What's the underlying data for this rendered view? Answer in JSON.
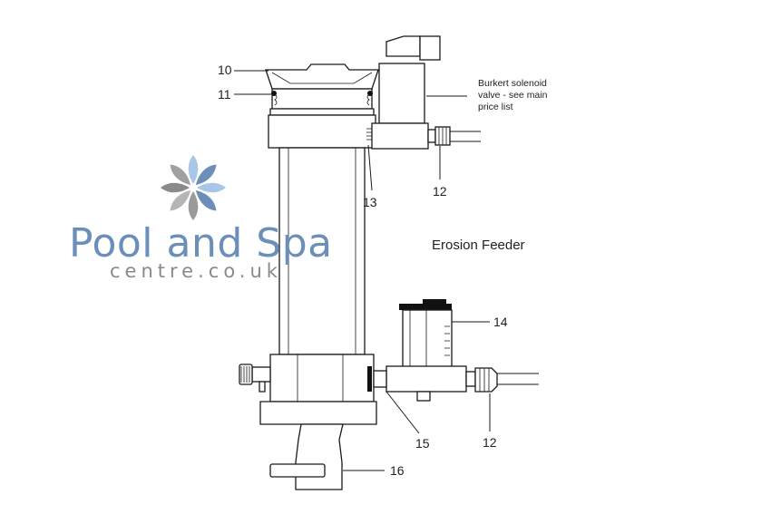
{
  "diagram": {
    "title": "Erosion Feeder",
    "solenoid_note": [
      "Burkert solenoid",
      "valve - see main",
      "price list"
    ],
    "callouts": {
      "c10": "10",
      "c11": "11",
      "c12a": "12",
      "c12b": "12",
      "c13": "13",
      "c14": "14",
      "c15": "15",
      "c16": "16"
    }
  },
  "logo": {
    "name": "Pool and Spa",
    "domain": "centre.co.uk",
    "colors": {
      "blue": "#6b8fb8",
      "grey": "#8a8a8a",
      "light_blue": "#a9c6e6"
    }
  }
}
